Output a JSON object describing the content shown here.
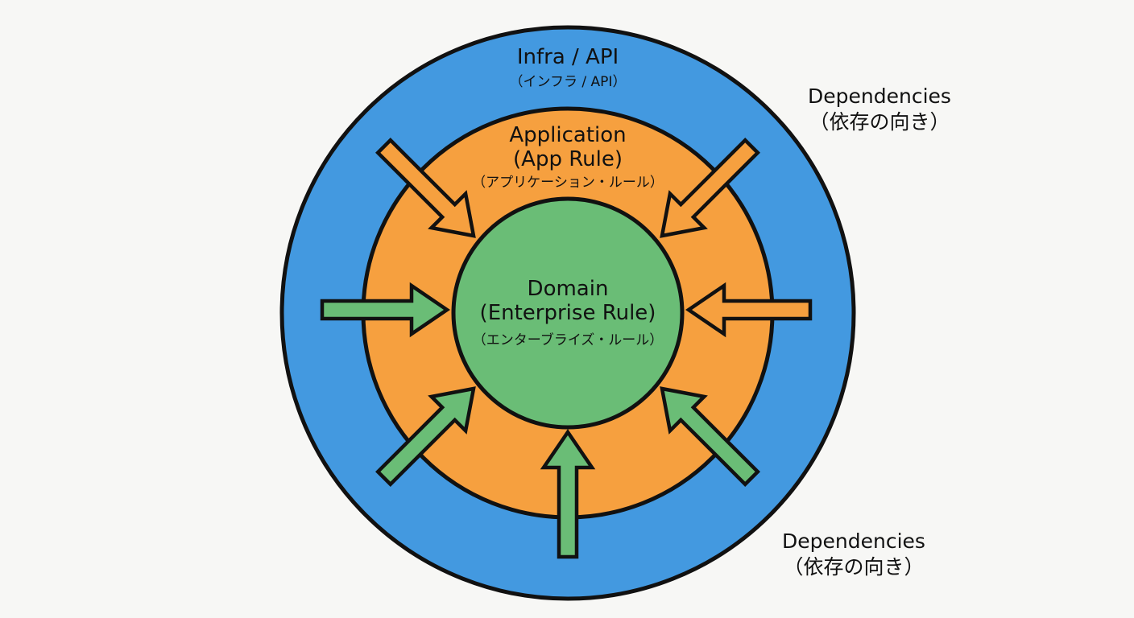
{
  "layers": {
    "infra": {
      "title": "Infra / API",
      "subtitle": "（インフラ / API）",
      "color": "#4399e0"
    },
    "application": {
      "title": "Application",
      "title2": "(App Rule)",
      "subtitle": "（アプリケーション・ルール）",
      "color": "#f6a03f"
    },
    "domain": {
      "title": "Domain",
      "title2": "(Enterprise Rule)",
      "subtitle": "（エンターブライズ・ルール）",
      "color": "#6abd76"
    }
  },
  "dependency_labels": [
    {
      "title": "Dependencies",
      "subtitle": "（依存の向き）"
    },
    {
      "title": "Dependencies",
      "subtitle": "（依存の向き）"
    }
  ],
  "arrow_style": {
    "green_fill": "#6abd76",
    "orange_fill": "#f6a03f",
    "stroke": "#111111"
  }
}
